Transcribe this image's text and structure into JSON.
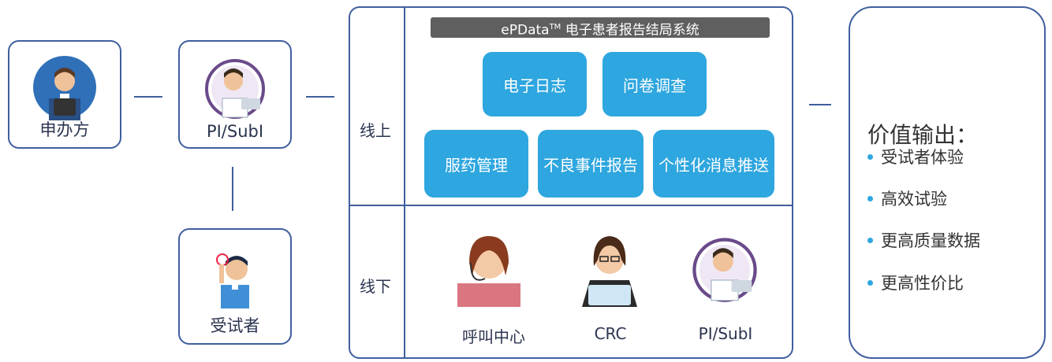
{
  "actors": {
    "sponsor": "申办方",
    "pi_top": "PI/SubI",
    "subject": "受试者"
  },
  "system": {
    "title_pre": "ePData",
    "title_sup": "TM",
    "title_post": " 电子患者报告结局系统",
    "online_label": "线上",
    "offline_label": "线下",
    "modules": [
      "电子日志",
      "问卷调查",
      "服药管理",
      "不良事件报告",
      "个性化消息推送"
    ],
    "offline_roles": [
      "呼叫中心",
      "CRC",
      "PI/SubI"
    ]
  },
  "value": {
    "title": "价值输出：",
    "items": [
      "受试者体验",
      "高效试验",
      "更高质量数据",
      "更高性价比"
    ]
  },
  "colors": {
    "border": "#3f5f9e",
    "module": "#2ea6df",
    "title_bar": "#5f5f5f"
  },
  "icons": [
    "sponsor-avatar-icon",
    "doctor-avatar-icon",
    "subject-avatar-icon",
    "call-center-icon",
    "crc-icon"
  ]
}
